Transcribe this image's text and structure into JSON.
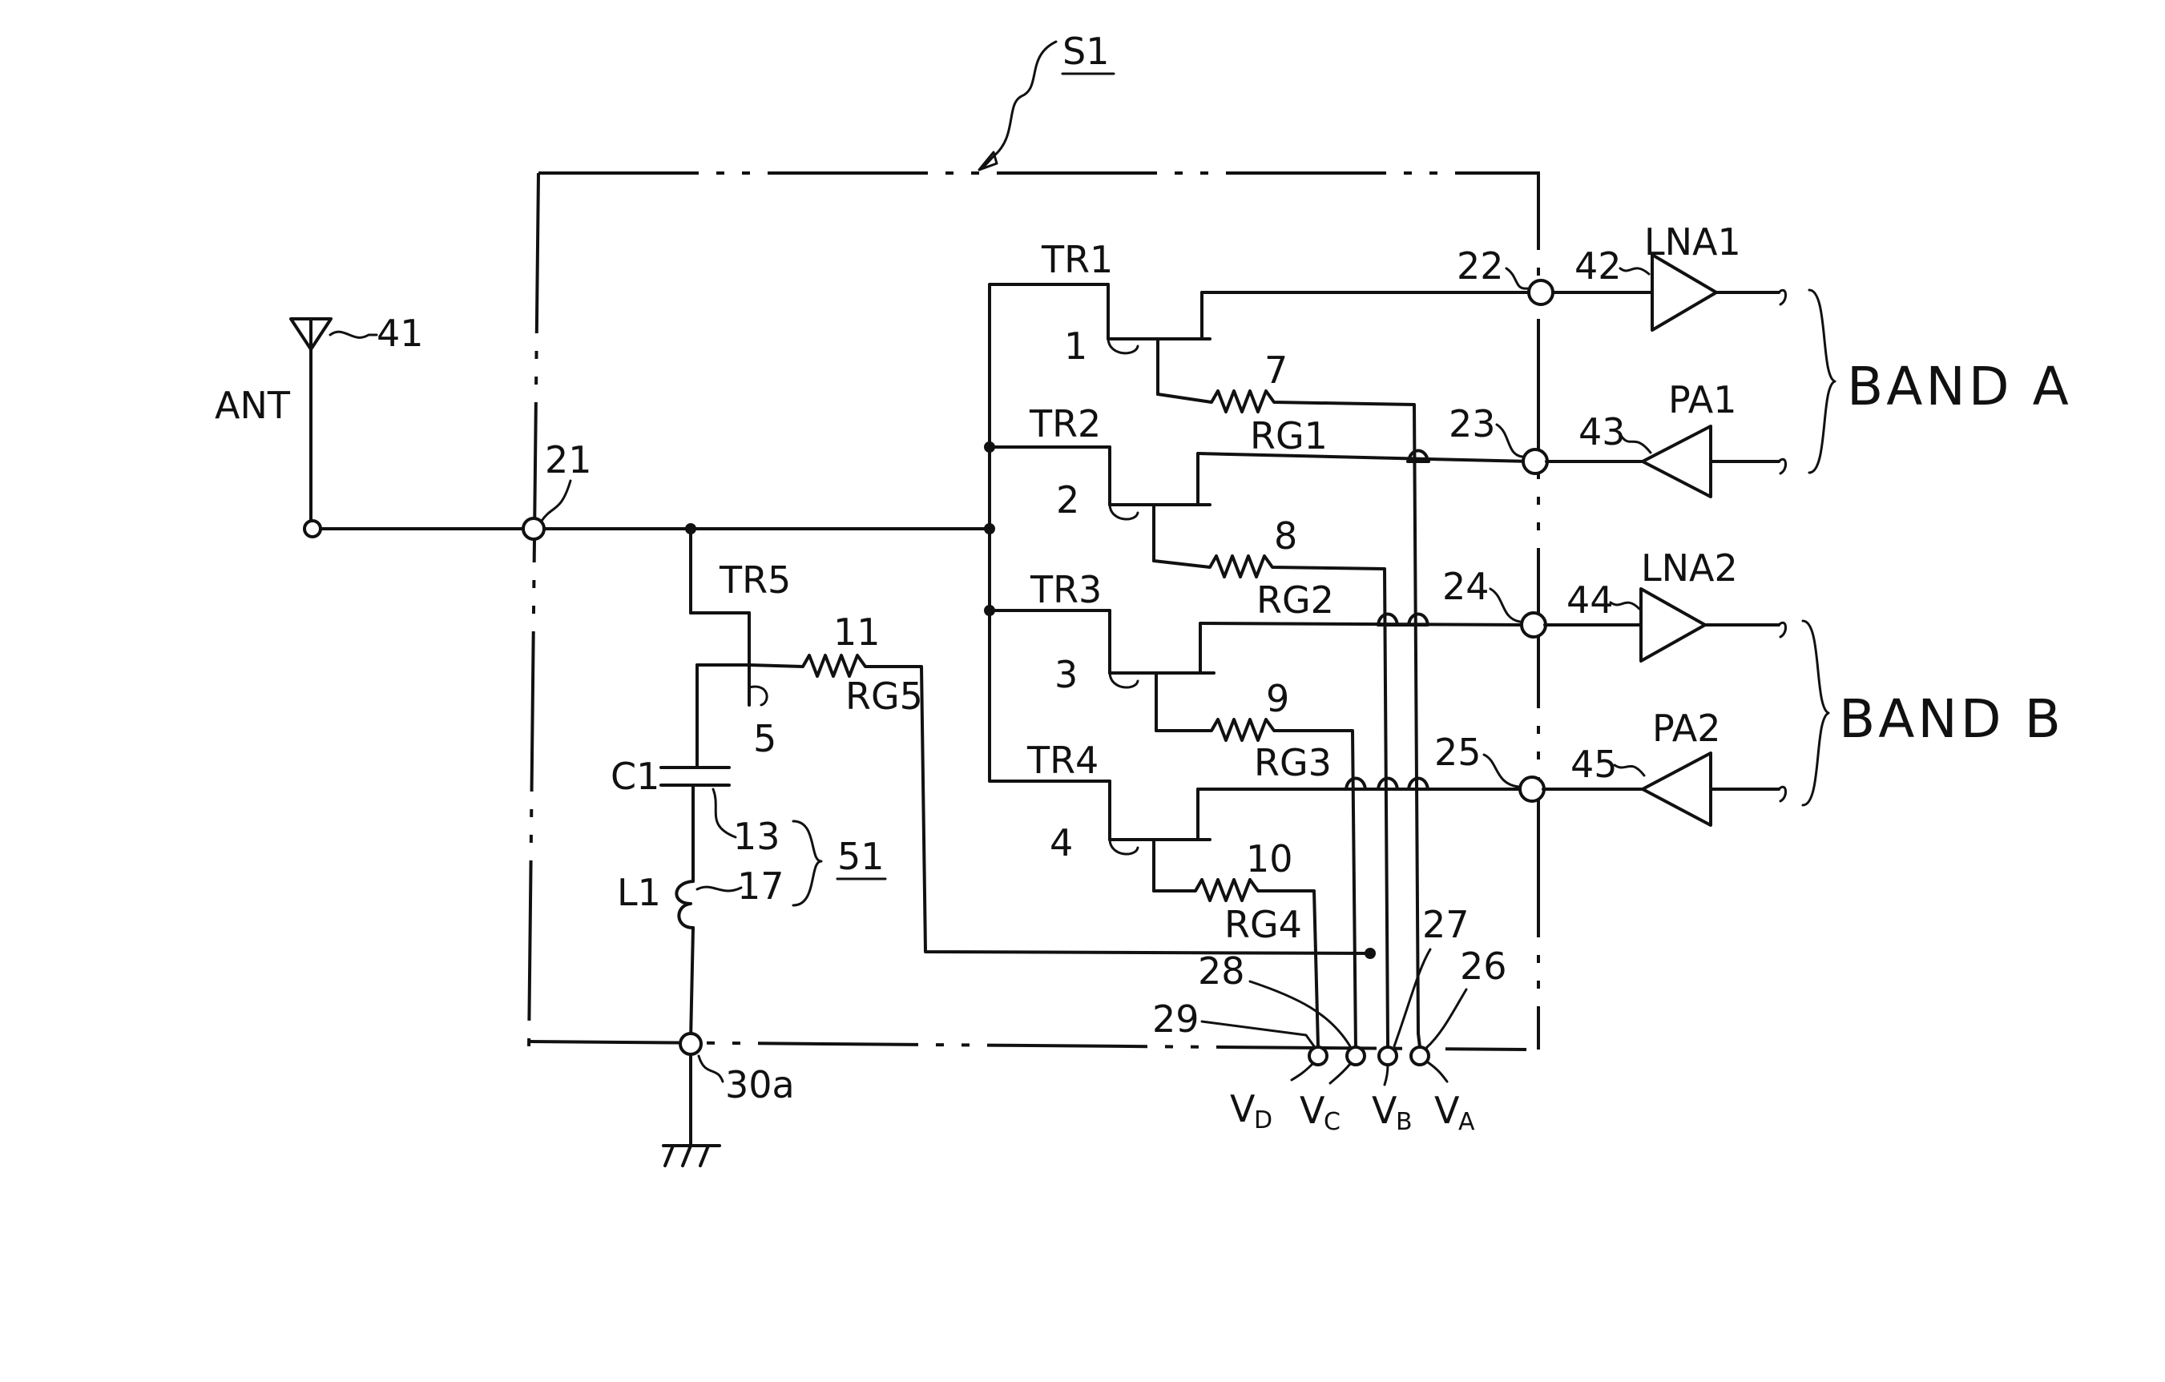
{
  "figure_label": "S1",
  "antenna": {
    "name": "ANT",
    "ref": "41"
  },
  "terminals": [
    "21",
    "22",
    "23",
    "24",
    "25",
    "26",
    "27",
    "28",
    "29",
    "30a"
  ],
  "transistors": [
    {
      "name": "TR1",
      "ref": "1"
    },
    {
      "name": "TR2",
      "ref": "2"
    },
    {
      "name": "TR3",
      "ref": "3"
    },
    {
      "name": "TR4",
      "ref": "4"
    },
    {
      "name": "TR5",
      "ref": "5"
    }
  ],
  "resistors": [
    {
      "name": "RG1",
      "ref": "7"
    },
    {
      "name": "RG2",
      "ref": "8"
    },
    {
      "name": "RG3",
      "ref": "9"
    },
    {
      "name": "RG4",
      "ref": "10"
    },
    {
      "name": "RG5",
      "ref": "11"
    }
  ],
  "capacitor": {
    "name": "C1",
    "ref": "13"
  },
  "inductor": {
    "name": "L1",
    "ref": "17"
  },
  "filter_ref": "51",
  "amplifiers": [
    {
      "name": "LNA1",
      "ref": "42"
    },
    {
      "name": "PA1",
      "ref": "43"
    },
    {
      "name": "LNA2",
      "ref": "44"
    },
    {
      "name": "PA2",
      "ref": "45"
    }
  ],
  "bands": [
    "BAND  A",
    "BAND  B"
  ],
  "voltages": [
    {
      "main": "V",
      "sub": "D"
    },
    {
      "main": "V",
      "sub": "C"
    },
    {
      "main": "V",
      "sub": "B"
    },
    {
      "main": "V",
      "sub": "A"
    }
  ]
}
